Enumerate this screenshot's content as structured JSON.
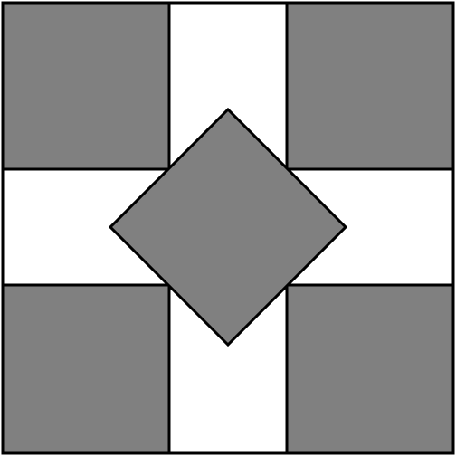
{
  "colors": {
    "fill": "#808080",
    "background": "#ffffff",
    "stroke": "#000000"
  },
  "shapes": [
    {
      "name": "top-left-square",
      "kind": "square",
      "fill": "fill"
    },
    {
      "name": "top-right-square",
      "kind": "square",
      "fill": "fill"
    },
    {
      "name": "bottom-left-square",
      "kind": "square",
      "fill": "fill"
    },
    {
      "name": "bottom-right-square",
      "kind": "square",
      "fill": "fill"
    },
    {
      "name": "center-diamond",
      "kind": "diamond",
      "fill": "fill"
    }
  ]
}
